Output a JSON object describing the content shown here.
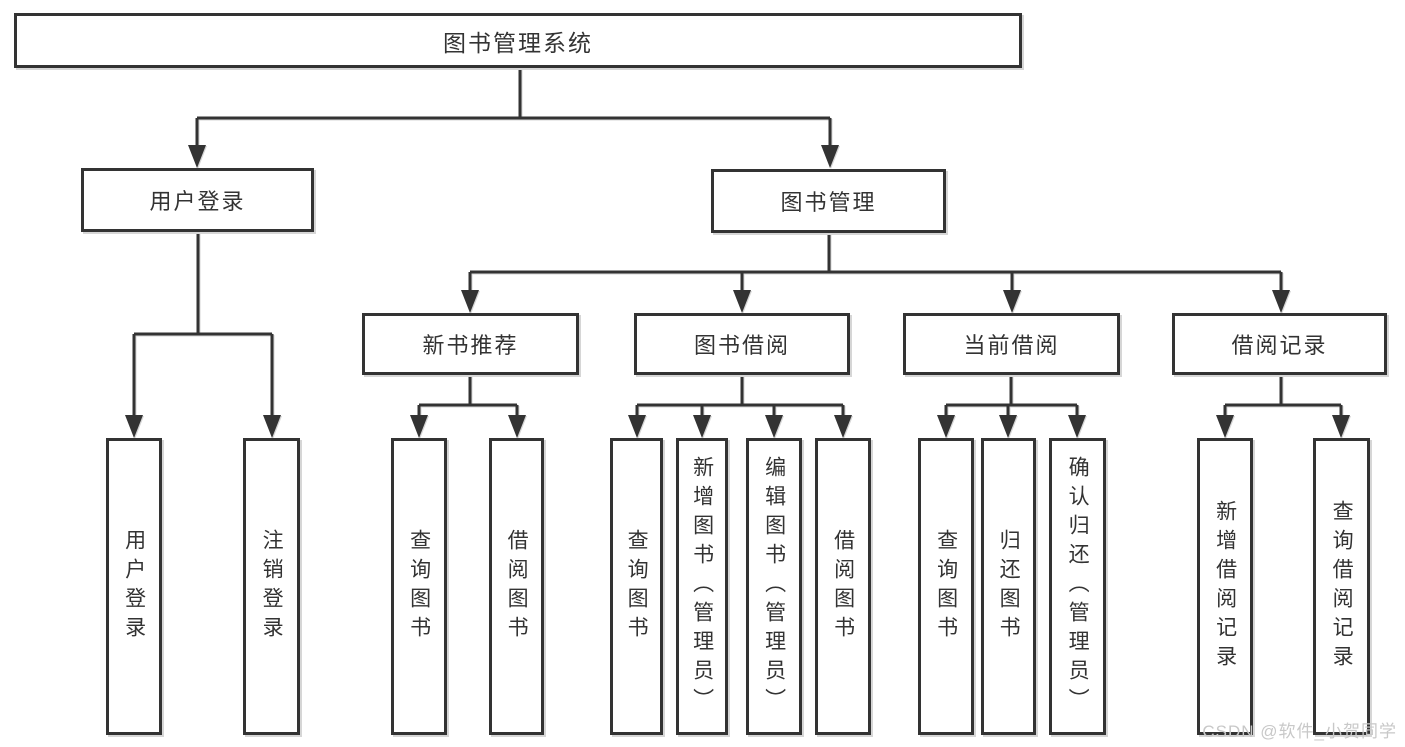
{
  "tree": {
    "root": {
      "label": "图书管理系统"
    },
    "children": [
      {
        "label": "用户登录",
        "children": [
          {
            "label": "用户登录"
          },
          {
            "label": "注销登录"
          }
        ]
      },
      {
        "label": "图书管理",
        "children": [
          {
            "label": "新书推荐",
            "children": [
              {
                "label": "查询图书"
              },
              {
                "label": "借阅图书"
              }
            ]
          },
          {
            "label": "图书借阅",
            "children": [
              {
                "label": "查询图书"
              },
              {
                "label": "新增图书（管理员）"
              },
              {
                "label": "编辑图书（管理员）"
              },
              {
                "label": "借阅图书"
              }
            ]
          },
          {
            "label": "当前借阅",
            "children": [
              {
                "label": "查询图书"
              },
              {
                "label": "归还图书"
              },
              {
                "label": "确认归还（管理员）"
              }
            ]
          },
          {
            "label": "借阅记录",
            "children": [
              {
                "label": "新增借阅记录"
              },
              {
                "label": "查询借阅记录"
              }
            ]
          }
        ]
      }
    ]
  },
  "watermark": {
    "text": "CSDN @软件_小贺同学"
  },
  "colors": {
    "line": "#333333",
    "box_border": "#333333",
    "text": "#333333",
    "background": "#ffffff",
    "watermark": "#c8c8c8"
  }
}
